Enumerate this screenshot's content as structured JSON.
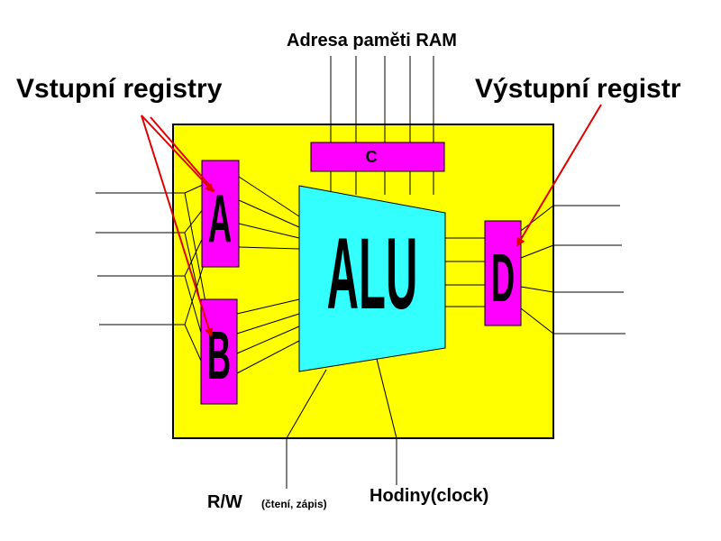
{
  "labels": {
    "address": "Adresa paměti RAM",
    "inputs": "Vstupní registry",
    "output": "Výstupní registr",
    "rw": "R/W",
    "rw_note": "(čtení, zápis)",
    "clock": "Hodiny(clock)"
  },
  "blocks": {
    "c": "C",
    "a": "A",
    "b": "B",
    "alu": "ALU",
    "d": "D"
  },
  "colors": {
    "chip": "#ffff00",
    "register": "#ff00ff",
    "alu": "#33ffff",
    "arrow": "#e00000",
    "line": "#000000"
  }
}
